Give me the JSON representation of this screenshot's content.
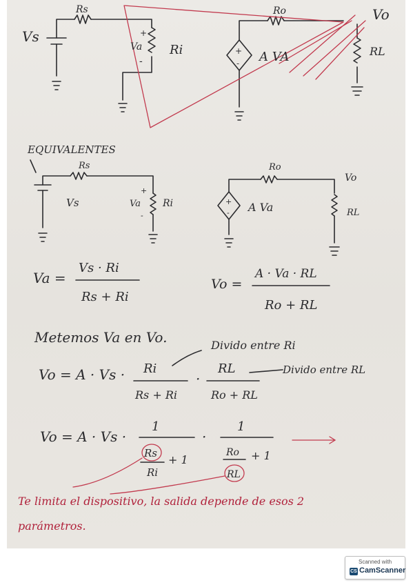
{
  "circuit1": {
    "rs": "Rs",
    "vs": "Vs",
    "plus": "+",
    "va": "Va",
    "minus": "-",
    "ri": "Ri",
    "ro": "Ro",
    "vo": "Vo",
    "ava": "A VA",
    "rl": "RL"
  },
  "equiv": {
    "heading": "EQUIVALENTES",
    "rs": "Rs",
    "vs": "Vs",
    "plus": "+",
    "va": "Va",
    "minus": "-",
    "ri": "Ri",
    "ro": "Ro",
    "vo": "Vo",
    "ava": "A Va",
    "rl": "RL"
  },
  "eq1": {
    "lhs": "Va =",
    "num": "Vs · Ri",
    "den": "Rs + Ri"
  },
  "eq2": {
    "lhs": "Vo =",
    "num": "A · Va · RL",
    "den": "Ro + RL"
  },
  "step": {
    "meter": "Metemos Va en Vo.",
    "note_ri": "Divido entre Ri",
    "note_rl": "Divido entre RL"
  },
  "eq3": {
    "lhs": "Vo = A · Vs ·",
    "num1": "Ri",
    "den1": "Rs + Ri",
    "dot": "·",
    "num2": "RL",
    "den2": "Ro + RL"
  },
  "eq4": {
    "lhs": "Vo = A · Vs ·",
    "num1": "1",
    "den1_a": "Rs",
    "den1_b": "Ri",
    "plus1": "+ 1",
    "dot": "·",
    "num2": "1",
    "den2_a": "Ro",
    "den2_b": "RL",
    "plus2": "+ 1"
  },
  "conclusion": {
    "line1": "Te limita el dispositivo, la salida depende de esos 2",
    "line2": "parámetros."
  },
  "badge": {
    "top": "Scanned with",
    "name": "CamScanner",
    "logo": "CS"
  }
}
